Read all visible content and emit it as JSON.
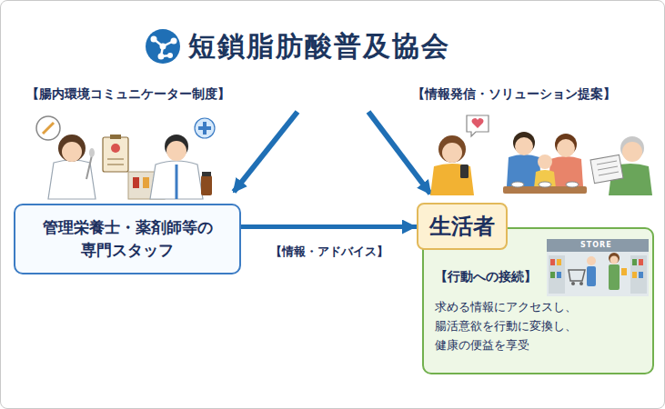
{
  "diagram": {
    "title": "短鎖脂肪酸普及協会",
    "nodes": [
      {
        "text": [
          "管理栄養士・薬剤師等の 専門スタッフ"
        ]
      },
      {
        "text": [
          "生活者"
        ]
      },
      {
        "text": [
          "【行動への接続】",
          "求める情報にアクセスし、 腸活意欲を行動に変換し、 健康の便益を享受"
        ]
      }
    ],
    "edges": [
      {
        "from": 0,
        "to": 1,
        "label": "【情報・アドバイス】",
        "arrow": "to"
      }
    ],
    "labels": [
      "【腸内環境コミュニケーター制度】",
      "【情報発信・ソリューション提案】",
      "STORE"
    ]
  }
}
